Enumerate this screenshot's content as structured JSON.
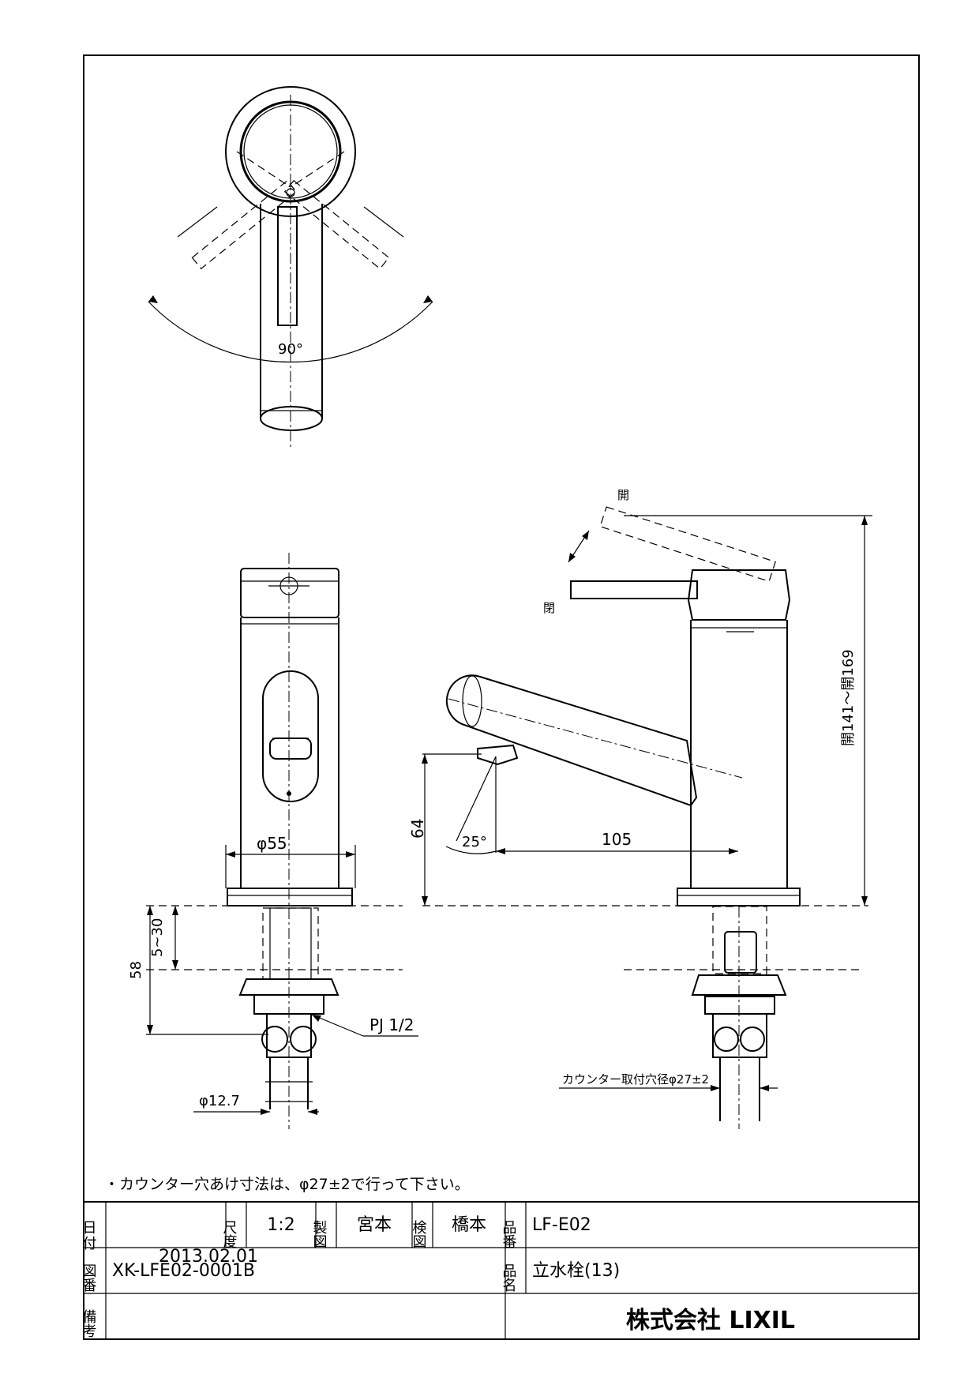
{
  "drawing": {
    "angle_label": "90°",
    "open_label_top": "開",
    "open_label_side": "閉",
    "height_dim": "開141～開169",
    "spout_angle": "25°",
    "spout_reach": "105",
    "spout_height": "64",
    "body_diameter": "φ55",
    "counter_thickness": "5~30",
    "shank_length": "58",
    "thread": "PJ 1/2",
    "pipe_diameter": "φ12.7",
    "hole_diameter_dim": "カウンター取付穴径φ27±2"
  },
  "note": "・カウンター穴あけ寸法は、φ27±2で行って下さい。",
  "title_block": {
    "date_label": "日付",
    "date_value": "2013.02.01",
    "scale_label": "尺度",
    "scale_value": "1:2",
    "drawn_label": "製図",
    "drawn_value": "宮本",
    "checked_label": "検図",
    "checked_value": "橋本",
    "part_no_label": "品番",
    "part_no_value": "LF-E02",
    "drawing_no_label": "図番",
    "drawing_no_value": "XK-LFE02-0001B",
    "part_name_label": "品名",
    "part_name_value": "立水栓(13)",
    "remarks_label": "備考",
    "company": "株式会社 LIXIL"
  }
}
